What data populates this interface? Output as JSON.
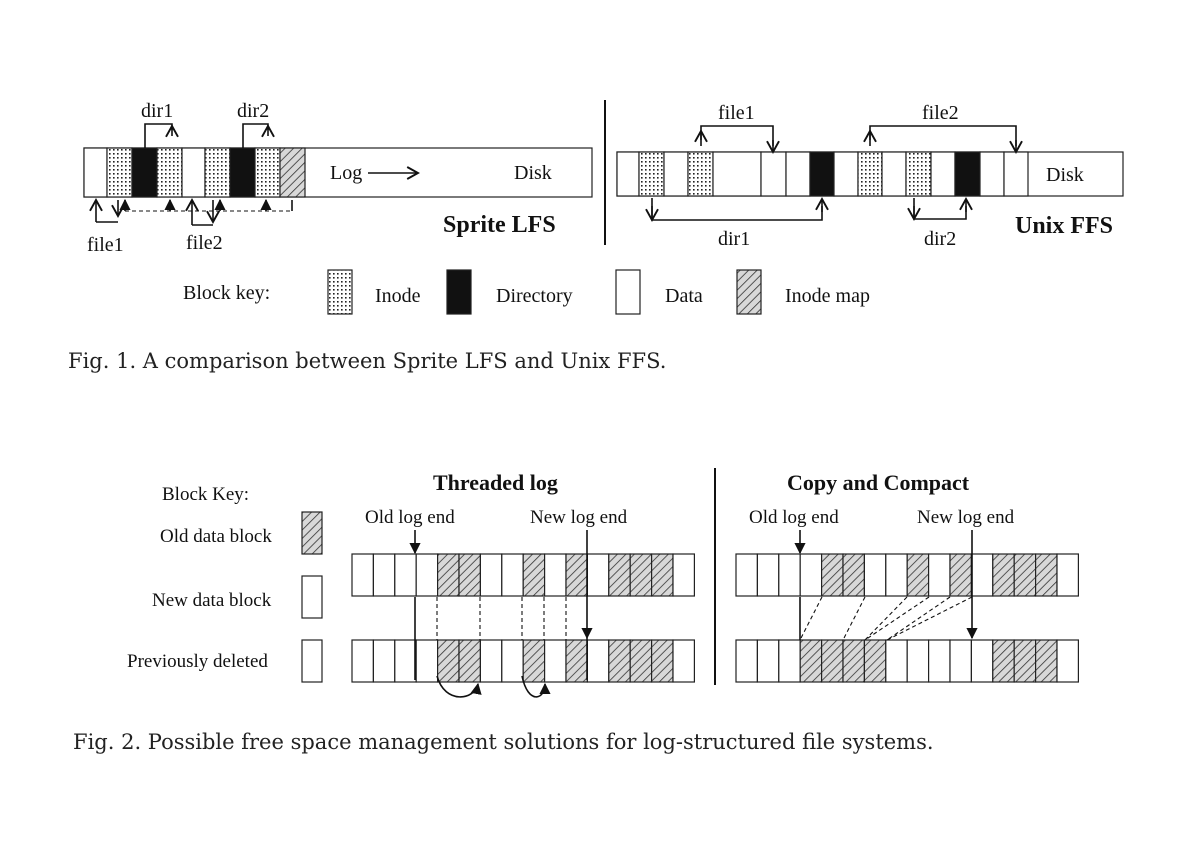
{
  "fig1": {
    "lfs": {
      "title": "Sprite LFS",
      "log_label": "Log",
      "disk_label": "Disk",
      "dir1": "dir1",
      "dir2": "dir2",
      "file1": "file1",
      "file2": "file2"
    },
    "ffs": {
      "title": "Unix FFS",
      "disk_label": "Disk",
      "file1": "file1",
      "file2": "file2",
      "dir1": "dir1",
      "dir2": "dir2"
    },
    "block_key": {
      "label": "Block key:",
      "items": [
        "Inode",
        "Directory",
        "Data",
        "Inode map"
      ]
    },
    "caption": "Fig. 1.   A comparison between Sprite LFS and Unix FFS."
  },
  "fig2": {
    "block_key": {
      "label": "Block Key:",
      "items": [
        "Old data block",
        "New data block",
        "Previously deleted"
      ]
    },
    "threaded": {
      "title": "Threaded log",
      "old_end": "Old log end",
      "new_end": "New log end"
    },
    "copy": {
      "title": "Copy and Compact",
      "old_end": "Old log end",
      "new_end": "New log end"
    },
    "caption": "Fig. 2.   Possible free space management solutions for log-structured file systems."
  },
  "colors": {
    "ink": "#111111",
    "paper": "#ffffff"
  }
}
